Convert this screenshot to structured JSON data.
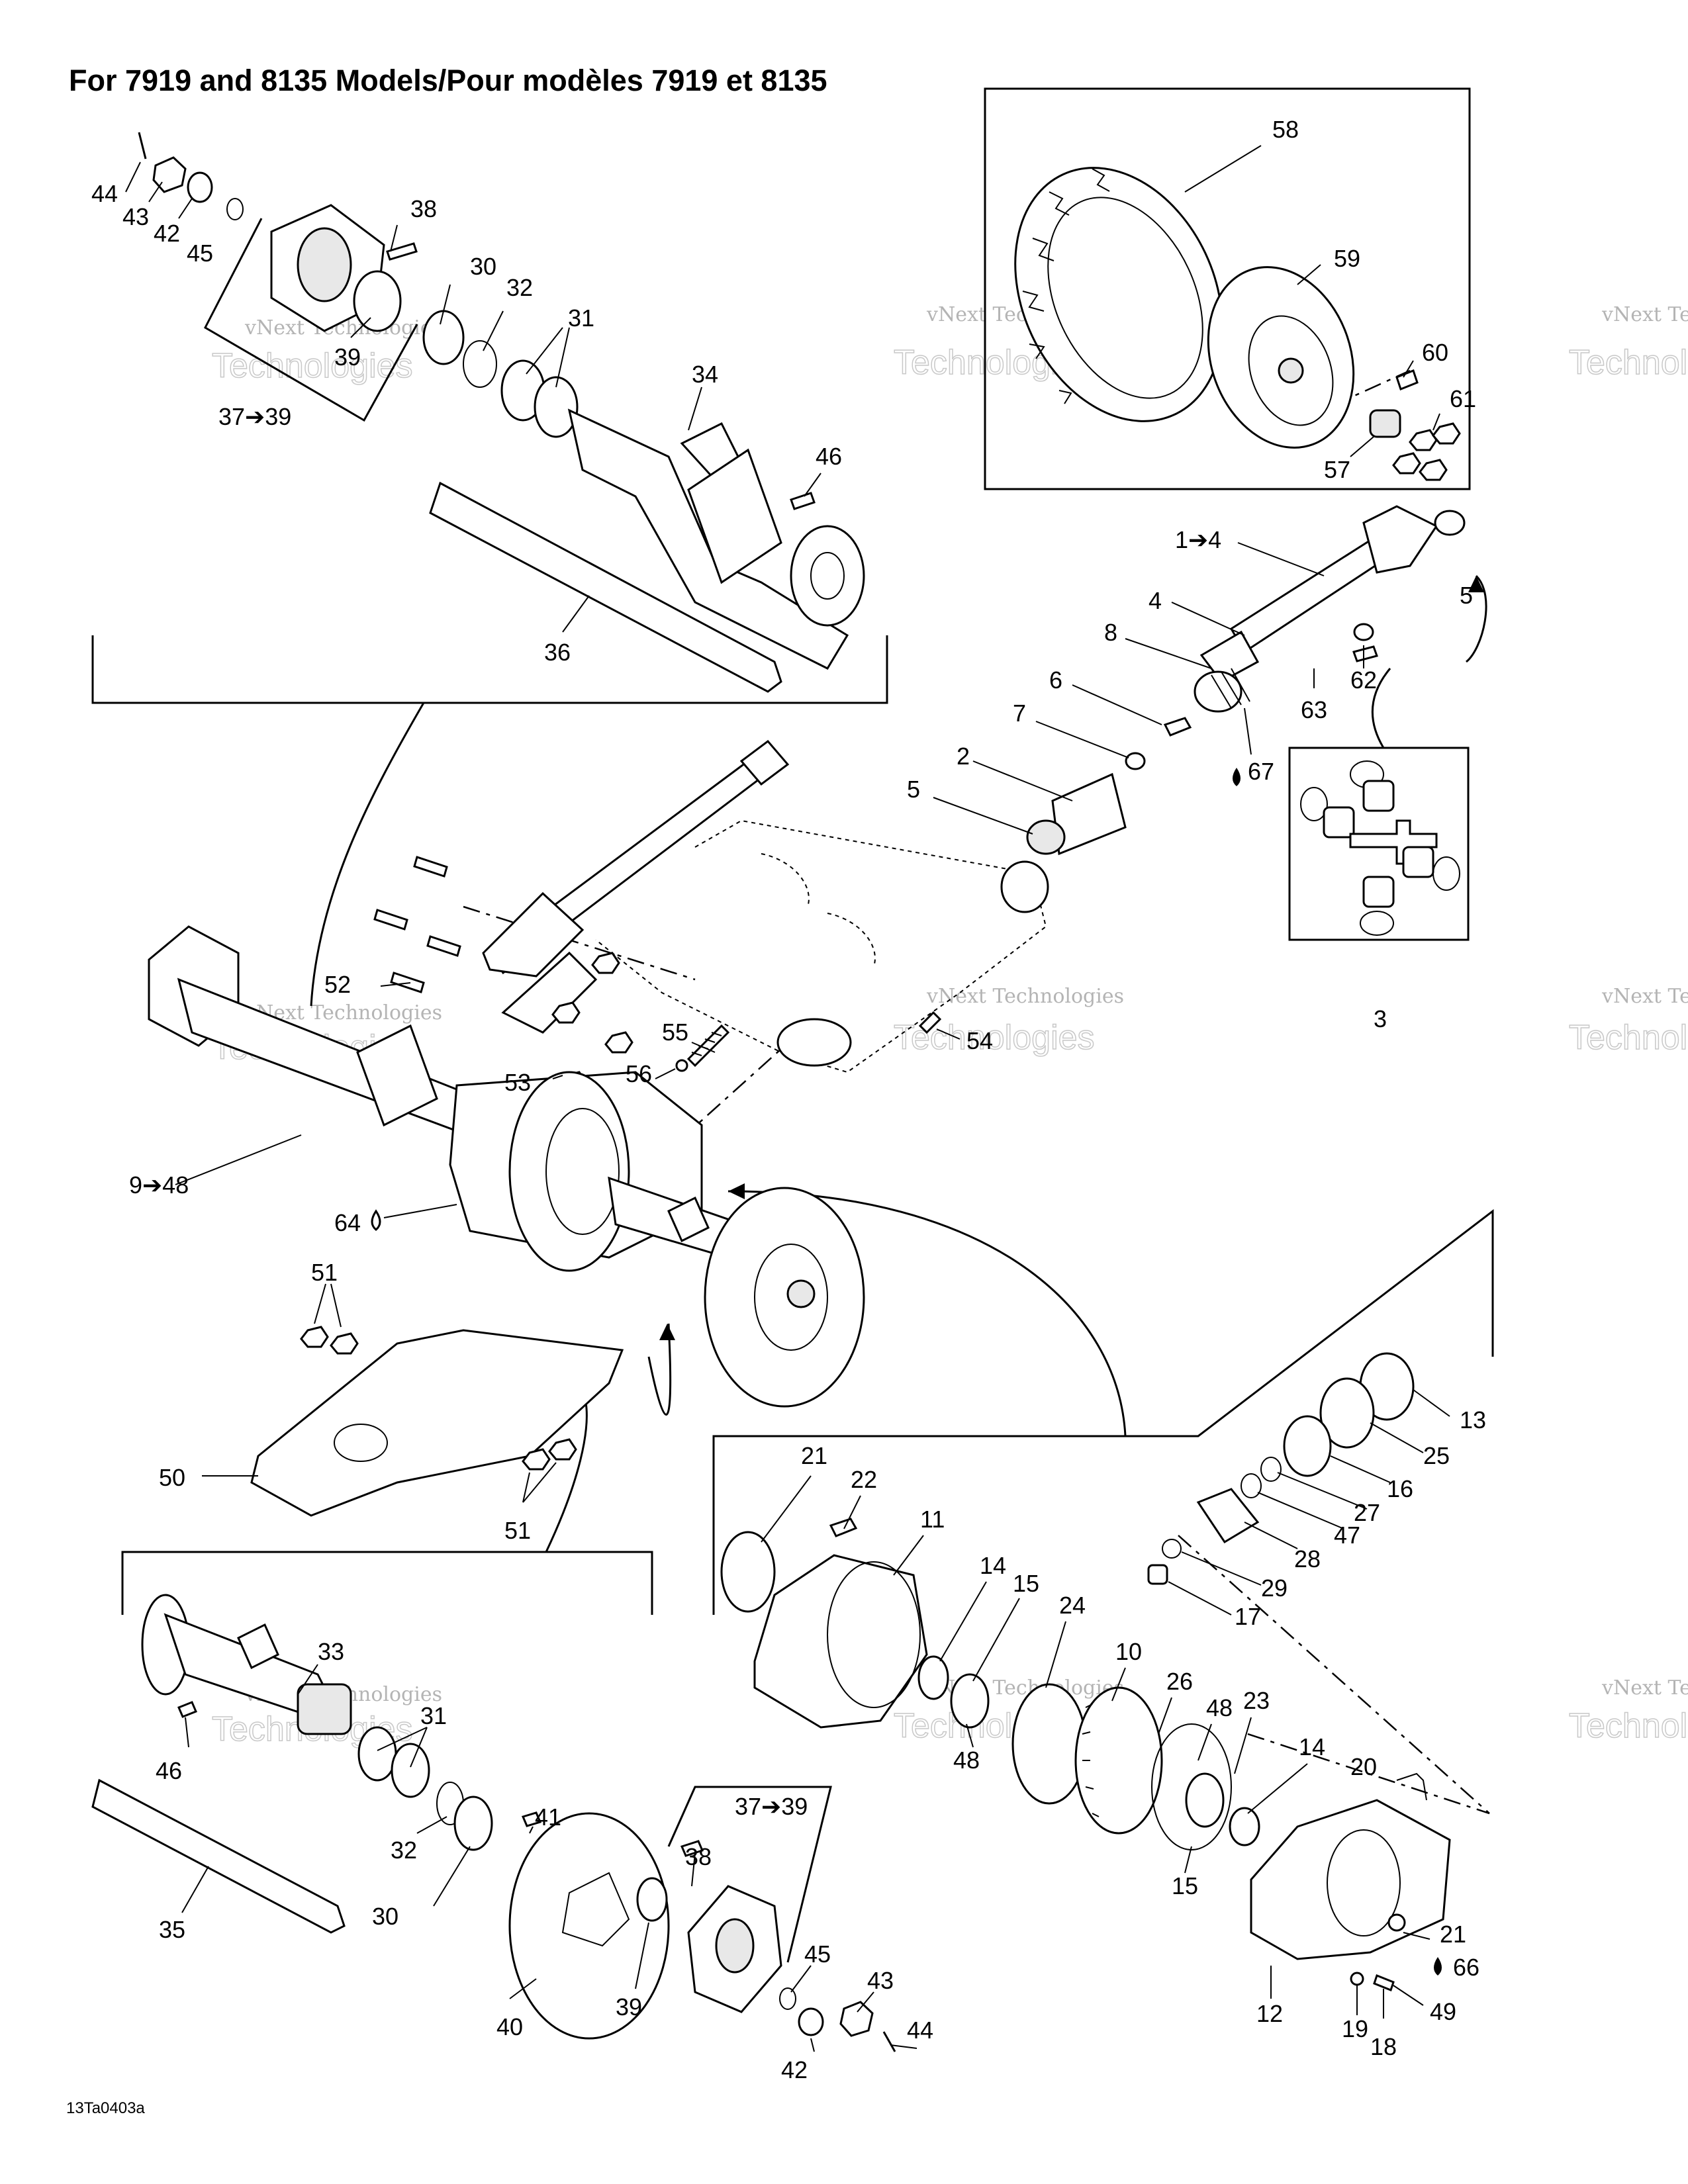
{
  "title": "For 7919 and 8135 Models/Pour modèles 7919 et 8135",
  "drawing_code": "13Ta0403a",
  "watermark": {
    "line1": "vNext Technologies",
    "line2": "Technologies"
  },
  "callouts": [
    {
      "id": "c44a",
      "text": "44"
    },
    {
      "id": "c43a",
      "text": "43"
    },
    {
      "id": "c42a",
      "text": "42"
    },
    {
      "id": "c45a",
      "text": "45"
    },
    {
      "id": "c38a",
      "text": "38"
    },
    {
      "id": "c30a",
      "text": "30"
    },
    {
      "id": "c32a",
      "text": "32"
    },
    {
      "id": "c31a",
      "text": "31"
    },
    {
      "id": "c39a",
      "text": "39"
    },
    {
      "id": "c3739a",
      "text": "37➔39"
    },
    {
      "id": "c34",
      "text": "34"
    },
    {
      "id": "c46a",
      "text": "46"
    },
    {
      "id": "c36",
      "text": "36"
    },
    {
      "id": "c58",
      "text": "58"
    },
    {
      "id": "c59",
      "text": "59"
    },
    {
      "id": "c60",
      "text": "60"
    },
    {
      "id": "c61",
      "text": "61"
    },
    {
      "id": "c57",
      "text": "57"
    },
    {
      "id": "c14",
      "text": "1➔4"
    },
    {
      "id": "c4",
      "text": "4"
    },
    {
      "id": "c5a",
      "text": "5"
    },
    {
      "id": "c8",
      "text": "8"
    },
    {
      "id": "c62",
      "text": "62"
    },
    {
      "id": "c6",
      "text": "6"
    },
    {
      "id": "c63",
      "text": "63"
    },
    {
      "id": "c7",
      "text": "7"
    },
    {
      "id": "c67",
      "text": "67"
    },
    {
      "id": "c2",
      "text": "2"
    },
    {
      "id": "c5b",
      "text": "5"
    },
    {
      "id": "c3",
      "text": "3"
    },
    {
      "id": "c52",
      "text": "52"
    },
    {
      "id": "c55",
      "text": "55"
    },
    {
      "id": "c54",
      "text": "54"
    },
    {
      "id": "c56",
      "text": "56"
    },
    {
      "id": "c53",
      "text": "53"
    },
    {
      "id": "c948",
      "text": "9➔48"
    },
    {
      "id": "c64",
      "text": "64"
    },
    {
      "id": "c51a",
      "text": "51"
    },
    {
      "id": "c50",
      "text": "50"
    },
    {
      "id": "c51b",
      "text": "51"
    },
    {
      "id": "c13",
      "text": "13"
    },
    {
      "id": "c25",
      "text": "25"
    },
    {
      "id": "c16",
      "text": "16"
    },
    {
      "id": "c27",
      "text": "27"
    },
    {
      "id": "c47",
      "text": "47"
    },
    {
      "id": "c28",
      "text": "28"
    },
    {
      "id": "c29",
      "text": "29"
    },
    {
      "id": "c17",
      "text": "17"
    },
    {
      "id": "c21a",
      "text": "21"
    },
    {
      "id": "c22",
      "text": "22"
    },
    {
      "id": "c11",
      "text": "11"
    },
    {
      "id": "c14b",
      "text": "14"
    },
    {
      "id": "c15a",
      "text": "15"
    },
    {
      "id": "c24",
      "text": "24"
    },
    {
      "id": "c10",
      "text": "10"
    },
    {
      "id": "c26",
      "text": "26"
    },
    {
      "id": "c48a",
      "text": "48"
    },
    {
      "id": "c23",
      "text": "23"
    },
    {
      "id": "c48b",
      "text": "48"
    },
    {
      "id": "c14c",
      "text": "14"
    },
    {
      "id": "c20",
      "text": "20"
    },
    {
      "id": "c15b",
      "text": "15"
    },
    {
      "id": "c21b",
      "text": "21"
    },
    {
      "id": "c66",
      "text": "66"
    },
    {
      "id": "c12",
      "text": "12"
    },
    {
      "id": "c19",
      "text": "19"
    },
    {
      "id": "c49",
      "text": "49"
    },
    {
      "id": "c18",
      "text": "18"
    },
    {
      "id": "c33",
      "text": "33"
    },
    {
      "id": "c31b",
      "text": "31"
    },
    {
      "id": "c46b",
      "text": "46"
    },
    {
      "id": "c32b",
      "text": "32"
    },
    {
      "id": "c30b",
      "text": "30"
    },
    {
      "id": "c35",
      "text": "35"
    },
    {
      "id": "c41",
      "text": "41"
    },
    {
      "id": "c3739b",
      "text": "37➔39"
    },
    {
      "id": "c38b",
      "text": "38"
    },
    {
      "id": "c40",
      "text": "40"
    },
    {
      "id": "c39b",
      "text": "39"
    },
    {
      "id": "c45b",
      "text": "45"
    },
    {
      "id": "c43b",
      "text": "43"
    },
    {
      "id": "c42b",
      "text": "42"
    },
    {
      "id": "c44b",
      "text": "44"
    }
  ]
}
